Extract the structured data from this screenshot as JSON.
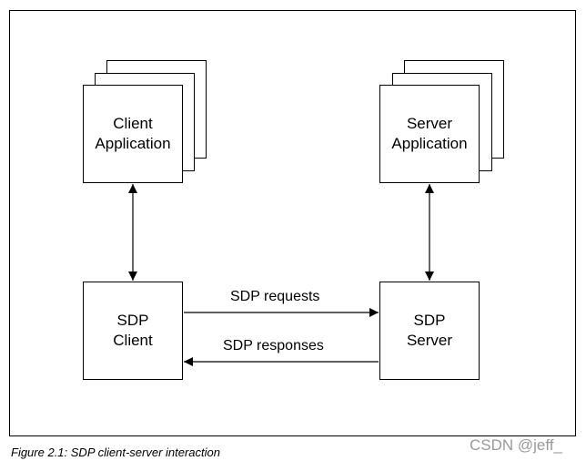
{
  "diagram": {
    "client_app": {
      "line1": "Client",
      "line2": "Application"
    },
    "server_app": {
      "line1": "Server",
      "line2": "Application"
    },
    "sdp_client": {
      "line1": "SDP",
      "line2": "Client"
    },
    "sdp_server": {
      "line1": "SDP",
      "line2": "Server"
    },
    "requests_label": "SDP requests",
    "responses_label": "SDP responses"
  },
  "caption": "Figure 2.1:  SDP client-server interaction",
  "watermark": "CSDN @jeff_"
}
